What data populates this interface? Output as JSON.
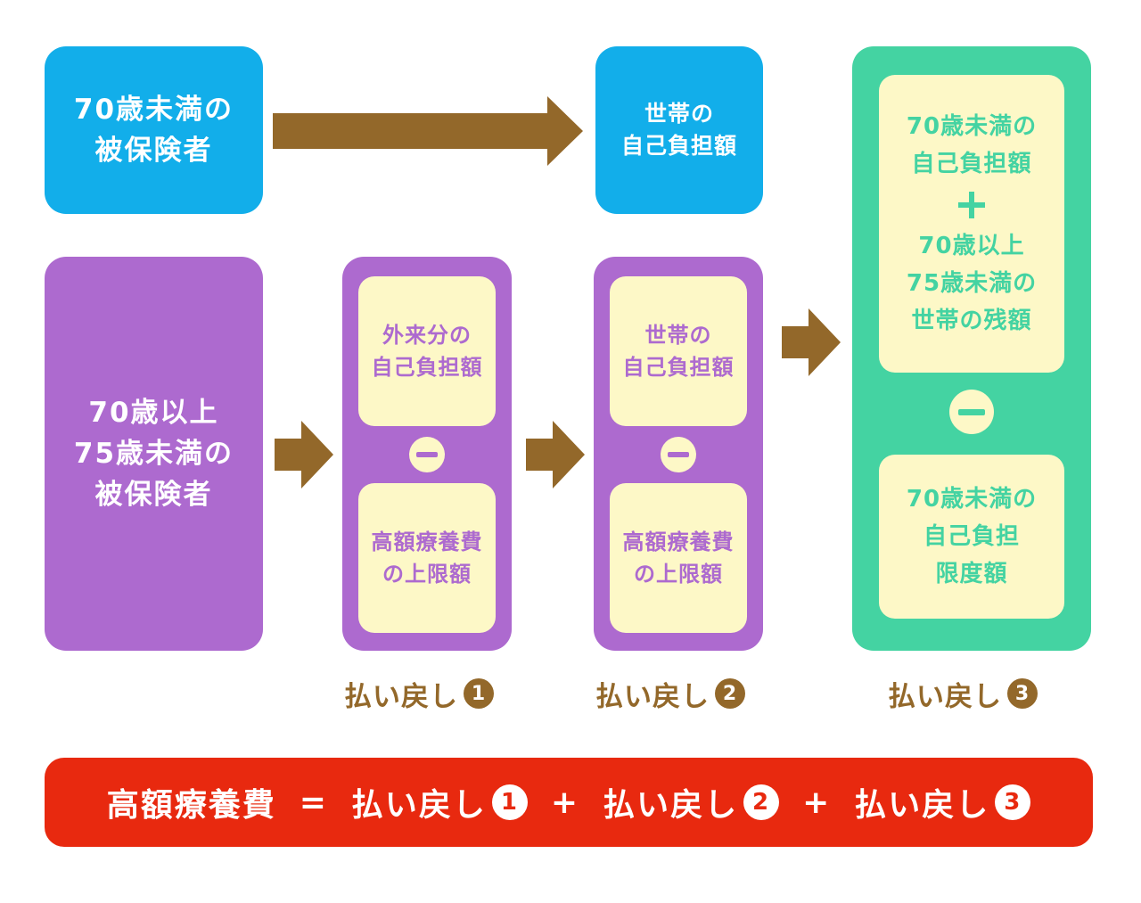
{
  "colors": {
    "blue": "#12aeea",
    "purple": "#ad6acf",
    "green": "#44d3a2",
    "cream": "#fdf8c7",
    "brown": "#93682a",
    "red": "#e8290f"
  },
  "nodes": {
    "under70_insured": "70歳未満の\n被保険者",
    "household_copay_blue": "世帯の\n自己負担額",
    "age70_75_insured": "70歳以上\n75歳未満の\n被保険者",
    "outpatient_copay": "外来分の\n自己負担額",
    "ceiling_1": "高額療養費\nの上限額",
    "household_copay_2": "世帯の\n自己負担額",
    "ceiling_2": "高額療養費\nの上限額",
    "under70_copay": "70歳未満の\n自己負担額",
    "age70_75_remainder": "70歳以上\n75歳未満の\n世帯の残額",
    "under70_limit": "70歳未満の\n自己負担\n限度額"
  },
  "labels": {
    "refund_1": "払い戻し",
    "refund_2": "払い戻し",
    "refund_3": "払い戻し",
    "num_1": "1",
    "num_2": "2",
    "num_3": "3"
  },
  "formula": {
    "lhs": "高額療養費",
    "eq": "=",
    "term1": "払い戻し",
    "plus1": "+",
    "term2": "払い戻し",
    "plus2": "+",
    "term3": "払い戻し",
    "n1": "1",
    "n2": "2",
    "n3": "3"
  }
}
